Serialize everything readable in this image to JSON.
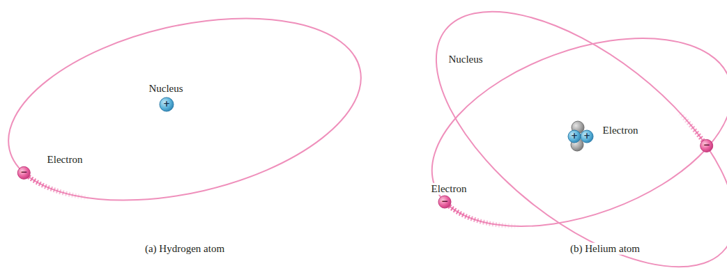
{
  "diagram": {
    "labels": [
      "Nucleus",
      "+",
      "Electron",
      "−",
      "(a) Hydrogen atom",
      "Nucleus",
      "Electron",
      "+",
      "+",
      "Electron",
      "−",
      "−",
      "(b) Helium atom"
    ]
  }
}
